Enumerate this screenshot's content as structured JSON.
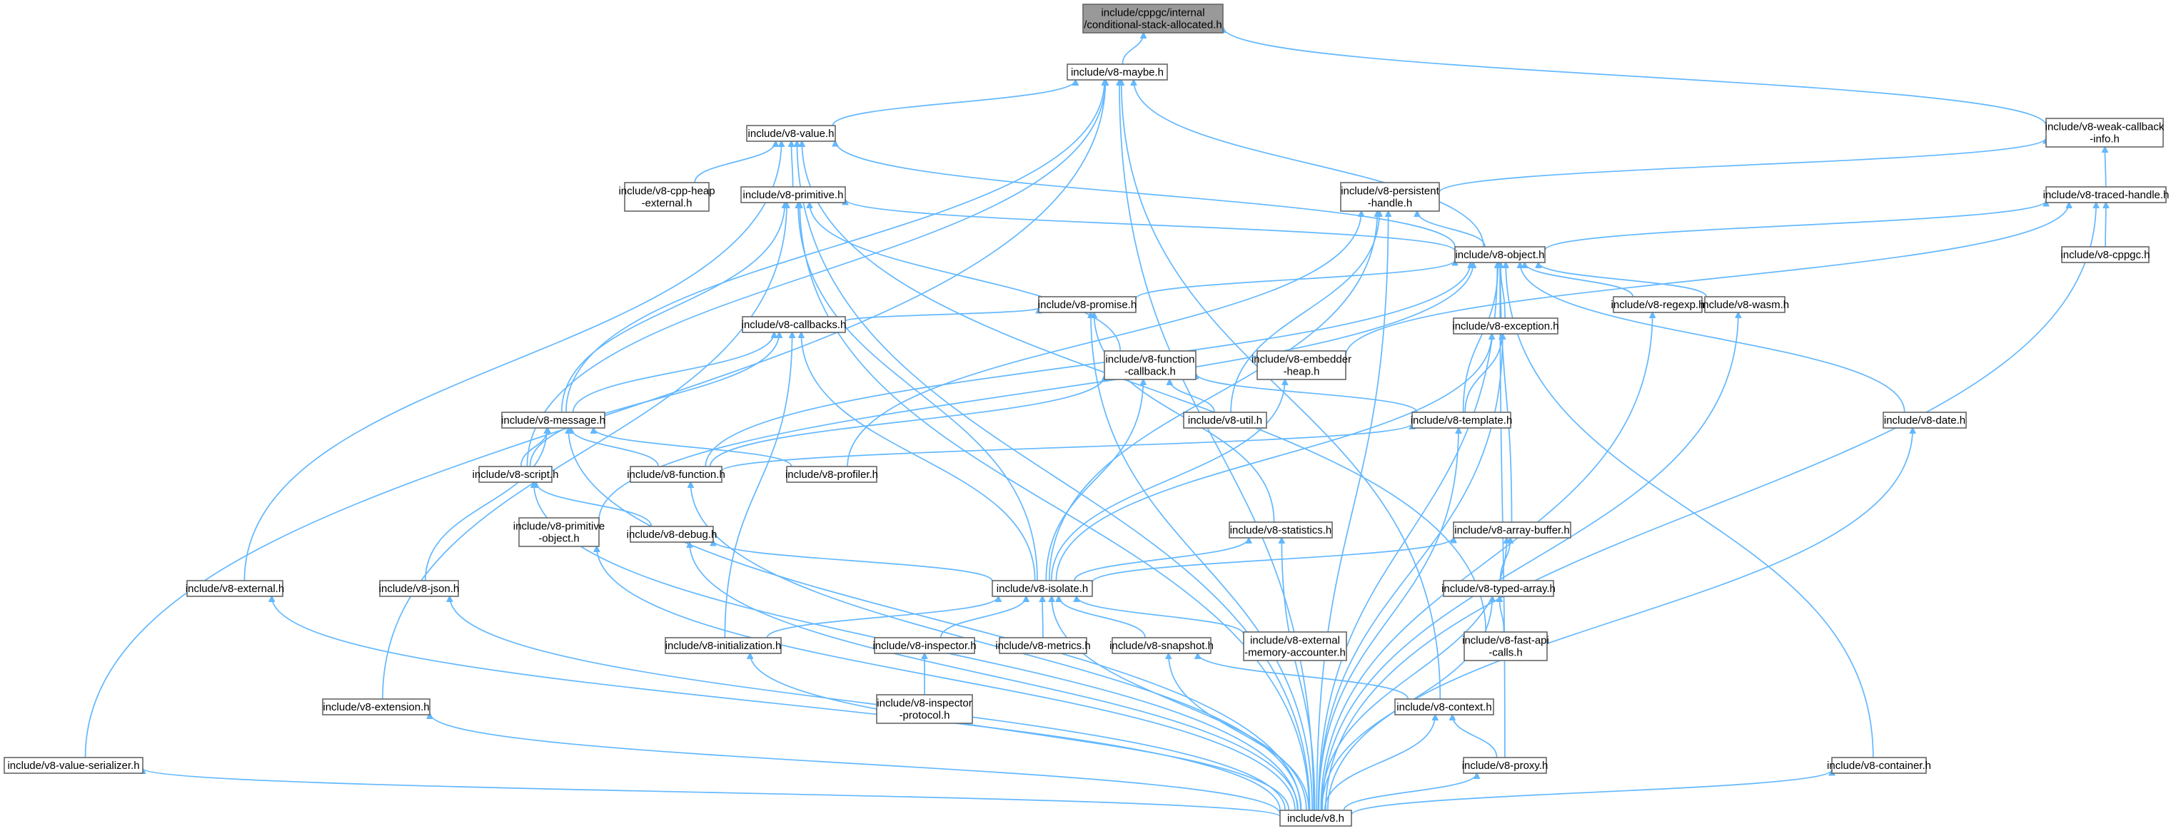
{
  "diagram": {
    "root": "cond",
    "nodes": [
      {
        "id": "cond",
        "lines": [
          "include/cppgc/internal",
          "/conditional-stack-allocated.h"
        ]
      },
      {
        "id": "maybe",
        "lines": [
          "include/v8-maybe.h"
        ]
      },
      {
        "id": "value",
        "lines": [
          "include/v8-value.h"
        ]
      },
      {
        "id": "weakcb",
        "lines": [
          "include/v8-weak-callback",
          "-info.h"
        ]
      },
      {
        "id": "cppheap",
        "lines": [
          "include/v8-cpp-heap",
          "-external.h"
        ]
      },
      {
        "id": "primitive",
        "lines": [
          "include/v8-primitive.h"
        ]
      },
      {
        "id": "persistent",
        "lines": [
          "include/v8-persistent",
          "-handle.h"
        ]
      },
      {
        "id": "traced",
        "lines": [
          "include/v8-traced-handle.h"
        ]
      },
      {
        "id": "object",
        "lines": [
          "include/v8-object.h"
        ]
      },
      {
        "id": "cppgc",
        "lines": [
          "include/v8-cppgc.h"
        ]
      },
      {
        "id": "promise",
        "lines": [
          "include/v8-promise.h"
        ]
      },
      {
        "id": "regexp",
        "lines": [
          "include/v8-regexp.h"
        ]
      },
      {
        "id": "wasm",
        "lines": [
          "include/v8-wasm.h"
        ]
      },
      {
        "id": "callbacks",
        "lines": [
          "include/v8-callbacks.h"
        ]
      },
      {
        "id": "fncallback",
        "lines": [
          "include/v8-function",
          "-callback.h"
        ]
      },
      {
        "id": "embedder",
        "lines": [
          "include/v8-embedder",
          "-heap.h"
        ]
      },
      {
        "id": "exception",
        "lines": [
          "include/v8-exception.h"
        ]
      },
      {
        "id": "message",
        "lines": [
          "include/v8-message.h"
        ]
      },
      {
        "id": "util",
        "lines": [
          "include/v8-util.h"
        ]
      },
      {
        "id": "template",
        "lines": [
          "include/v8-template.h"
        ]
      },
      {
        "id": "date",
        "lines": [
          "include/v8-date.h"
        ]
      },
      {
        "id": "script",
        "lines": [
          "include/v8-script.h"
        ]
      },
      {
        "id": "function",
        "lines": [
          "include/v8-function.h"
        ]
      },
      {
        "id": "profiler",
        "lines": [
          "include/v8-profiler.h"
        ]
      },
      {
        "id": "primobj",
        "lines": [
          "include/v8-primitive",
          "-object.h"
        ]
      },
      {
        "id": "debug",
        "lines": [
          "include/v8-debug.h"
        ]
      },
      {
        "id": "statistics",
        "lines": [
          "include/v8-statistics.h"
        ]
      },
      {
        "id": "arraybuffer",
        "lines": [
          "include/v8-array-buffer.h"
        ]
      },
      {
        "id": "external",
        "lines": [
          "include/v8-external.h"
        ]
      },
      {
        "id": "json",
        "lines": [
          "include/v8-json.h"
        ]
      },
      {
        "id": "isolate",
        "lines": [
          "include/v8-isolate.h"
        ]
      },
      {
        "id": "typedarray",
        "lines": [
          "include/v8-typed-array.h"
        ]
      },
      {
        "id": "initialization",
        "lines": [
          "include/v8-initialization.h"
        ]
      },
      {
        "id": "inspector",
        "lines": [
          "include/v8-inspector.h"
        ]
      },
      {
        "id": "metrics",
        "lines": [
          "include/v8-metrics.h"
        ]
      },
      {
        "id": "snapshot",
        "lines": [
          "include/v8-snapshot.h"
        ]
      },
      {
        "id": "extmem",
        "lines": [
          "include/v8-external",
          "-memory-accounter.h"
        ]
      },
      {
        "id": "fastapi",
        "lines": [
          "include/v8-fast-api",
          "-calls.h"
        ]
      },
      {
        "id": "inspproto",
        "lines": [
          "include/v8-inspector",
          "-protocol.h"
        ]
      },
      {
        "id": "extension",
        "lines": [
          "include/v8-extension.h"
        ]
      },
      {
        "id": "context",
        "lines": [
          "include/v8-context.h"
        ]
      },
      {
        "id": "valueser",
        "lines": [
          "include/v8-value-serializer.h"
        ]
      },
      {
        "id": "proxy",
        "lines": [
          "include/v8-proxy.h"
        ]
      },
      {
        "id": "container",
        "lines": [
          "include/v8-container.h"
        ]
      },
      {
        "id": "v8",
        "lines": [
          "include/v8.h"
        ]
      }
    ],
    "edges": [
      [
        "maybe",
        "cond"
      ],
      [
        "weakcb",
        "cond"
      ],
      [
        "value",
        "maybe"
      ],
      [
        "object",
        "maybe"
      ],
      [
        "message",
        "maybe"
      ],
      [
        "script",
        "maybe"
      ],
      [
        "context",
        "maybe"
      ],
      [
        "valueser",
        "maybe"
      ],
      [
        "v8",
        "maybe"
      ],
      [
        "persistent",
        "weakcb"
      ],
      [
        "traced",
        "weakcb"
      ],
      [
        "cppheap",
        "value"
      ],
      [
        "primitive",
        "value"
      ],
      [
        "object",
        "value"
      ],
      [
        "external",
        "value"
      ],
      [
        "fastapi",
        "value"
      ],
      [
        "v8",
        "value"
      ],
      [
        "object",
        "primitive"
      ],
      [
        "message",
        "primitive"
      ],
      [
        "fncallback",
        "primitive"
      ],
      [
        "isolate",
        "primitive"
      ],
      [
        "extension",
        "primitive"
      ],
      [
        "v8",
        "primitive"
      ],
      [
        "object",
        "persistent"
      ],
      [
        "util",
        "persistent"
      ],
      [
        "isolate",
        "persistent"
      ],
      [
        "profiler",
        "persistent"
      ],
      [
        "v8",
        "persistent"
      ],
      [
        "object",
        "traced"
      ],
      [
        "cppgc",
        "traced"
      ],
      [
        "embedder",
        "traced"
      ],
      [
        "v8",
        "traced"
      ],
      [
        "promise",
        "object"
      ],
      [
        "regexp",
        "object"
      ],
      [
        "wasm",
        "object"
      ],
      [
        "exception",
        "object"
      ],
      [
        "template",
        "object"
      ],
      [
        "date",
        "object"
      ],
      [
        "arraybuffer",
        "object"
      ],
      [
        "function",
        "object"
      ],
      [
        "primobj",
        "object"
      ],
      [
        "proxy",
        "object"
      ],
      [
        "container",
        "object"
      ],
      [
        "v8",
        "object"
      ],
      [
        "callbacks",
        "promise"
      ],
      [
        "statistics",
        "promise"
      ],
      [
        "v8",
        "promise"
      ],
      [
        "v8",
        "regexp"
      ],
      [
        "v8",
        "wasm"
      ],
      [
        "message",
        "callbacks"
      ],
      [
        "script",
        "callbacks"
      ],
      [
        "isolate",
        "callbacks"
      ],
      [
        "initialization",
        "callbacks"
      ],
      [
        "util",
        "fncallback"
      ],
      [
        "template",
        "fncallback"
      ],
      [
        "function",
        "fncallback"
      ],
      [
        "isolate",
        "fncallback"
      ],
      [
        "isolate",
        "embedder"
      ],
      [
        "template",
        "exception"
      ],
      [
        "isolate",
        "exception"
      ],
      [
        "v8",
        "exception"
      ],
      [
        "script",
        "message"
      ],
      [
        "function",
        "message"
      ],
      [
        "profiler",
        "message"
      ],
      [
        "json",
        "message"
      ],
      [
        "v8",
        "message"
      ],
      [
        "function",
        "template"
      ],
      [
        "v8",
        "template"
      ],
      [
        "v8",
        "date"
      ],
      [
        "debug",
        "script"
      ],
      [
        "v8",
        "script"
      ],
      [
        "v8",
        "function"
      ],
      [
        "v8",
        "primobj"
      ],
      [
        "isolate",
        "debug"
      ],
      [
        "v8",
        "debug"
      ],
      [
        "isolate",
        "statistics"
      ],
      [
        "v8",
        "statistics"
      ],
      [
        "isolate",
        "arraybuffer"
      ],
      [
        "typedarray",
        "arraybuffer"
      ],
      [
        "v8",
        "arraybuffer"
      ],
      [
        "v8",
        "external"
      ],
      [
        "v8",
        "json"
      ],
      [
        "initialization",
        "isolate"
      ],
      [
        "inspector",
        "isolate"
      ],
      [
        "metrics",
        "isolate"
      ],
      [
        "snapshot",
        "isolate"
      ],
      [
        "extmem",
        "isolate"
      ],
      [
        "v8",
        "isolate"
      ],
      [
        "fastapi",
        "typedarray"
      ],
      [
        "v8",
        "typedarray"
      ],
      [
        "v8",
        "initialization"
      ],
      [
        "inspproto",
        "inspector"
      ],
      [
        "context",
        "snapshot"
      ],
      [
        "v8",
        "snapshot"
      ],
      [
        "v8",
        "extension"
      ],
      [
        "proxy",
        "context"
      ],
      [
        "v8",
        "context"
      ],
      [
        "v8",
        "valueser"
      ],
      [
        "v8",
        "proxy"
      ],
      [
        "v8",
        "container"
      ]
    ]
  }
}
